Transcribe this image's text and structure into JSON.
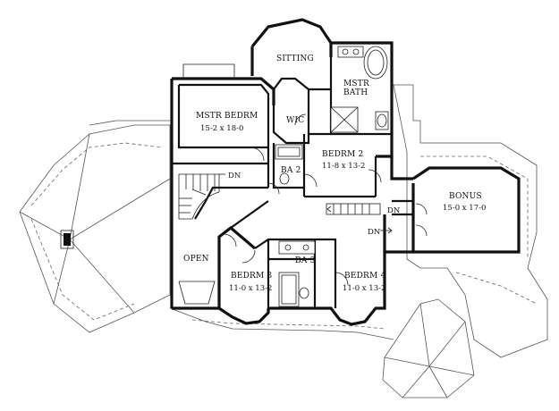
{
  "rooms": {
    "sitting": {
      "name": "SITTING"
    },
    "mstr_bath": {
      "name_line1": "MSTR",
      "name_line2": "BATH"
    },
    "mstr_bedrm": {
      "name": "MSTR BEDRM",
      "dims": "15-2 x 18-0"
    },
    "wic": {
      "name": "WIC"
    },
    "bedrm2": {
      "name": "BEDRM 2",
      "dims": "11-8 x 13-2"
    },
    "ba2": {
      "name": "BA 2"
    },
    "bonus": {
      "name": "BONUS",
      "dims": "15-0 x 17-0"
    },
    "open": {
      "name": "OPEN"
    },
    "ba3": {
      "name": "BA 3"
    },
    "bedrm3": {
      "name": "BEDRM 3",
      "dims": "11-0 x 13-2"
    },
    "bedrm4": {
      "name": "BEDRM 4",
      "dims": "11-0 x 13-2"
    }
  },
  "stairs": {
    "dn_main": "DN",
    "dn_hall": "DN",
    "dn_bonus": "DN"
  },
  "colors": {
    "line": "#111111",
    "background": "#ffffff",
    "roof_line": "#555555"
  }
}
